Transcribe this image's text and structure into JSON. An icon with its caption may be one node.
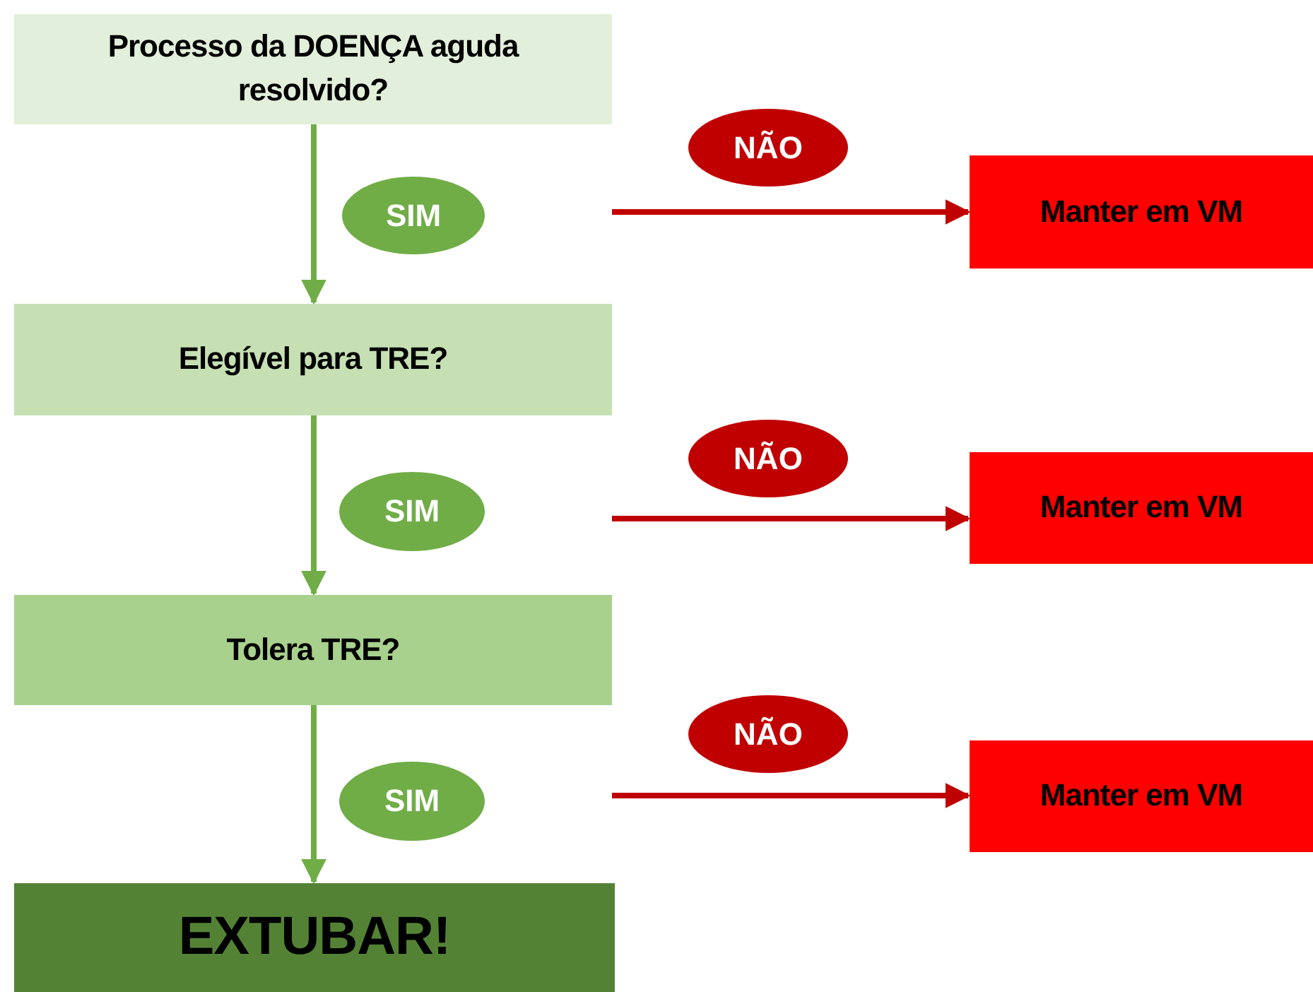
{
  "diagram": {
    "nodes": [
      {
        "text": [
          "Processo da DOENÇA aguda resolvido?"
        ]
      },
      {
        "text": [
          "Manter em VM"
        ]
      },
      {
        "text": [
          "Elegível para TRE?"
        ]
      },
      {
        "text": [
          "Manter em VM"
        ]
      },
      {
        "text": [
          "Tolera TRE?"
        ]
      },
      {
        "text": [
          "Manter em VM"
        ]
      },
      {
        "text": [
          "EXTUBAR!"
        ]
      }
    ],
    "edges": [
      {
        "from": 0,
        "to": 2,
        "arrow": "to",
        "label": "SIM",
        "color": "#70ad47"
      },
      {
        "from": null,
        "to": 1,
        "arrow": "to",
        "label": "NÃO",
        "color": "#c00000"
      },
      {
        "from": 2,
        "to": 4,
        "arrow": "to",
        "label": "SIM",
        "color": "#70ad47"
      },
      {
        "from": null,
        "to": 3,
        "arrow": "to",
        "label": "NÃO",
        "color": "#c00000"
      },
      {
        "from": 4,
        "to": 6,
        "arrow": "to",
        "label": "SIM",
        "color": "#70ad47"
      },
      {
        "from": null,
        "to": 5,
        "arrow": "to",
        "label": "NÃO",
        "color": "#c00000"
      }
    ]
  }
}
